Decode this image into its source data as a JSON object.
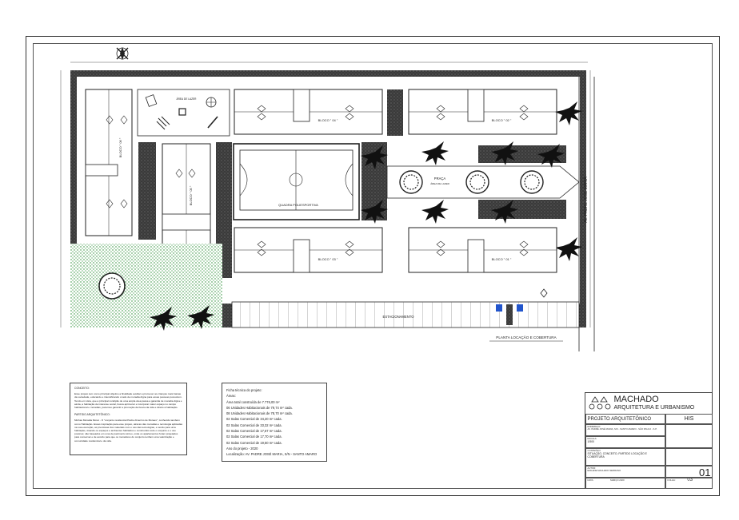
{
  "plan": {
    "drawing_title": "PLANTA LOCAÇÃO E COBERTURA",
    "avenue_label": "AV. PADRE JOSÉ MARIA",
    "parking_label": "ESTACIONAMENTO",
    "leisure_label": "ÁREA DE LAZER",
    "court_label": "QUADRA POLIESPORTIVA",
    "plaza_label": "PRAÇA",
    "plaza_sub": "ÁREA DE LAZER",
    "blocks": {
      "b01": "BLOCO \" 01 \"",
      "b02": "BLOCO \" 02 \"",
      "b03": "BLOCO \" 03 \"",
      "b04": "BLOCO \" 04 \"",
      "b05": "BLOCO \" 05 \"",
      "b06": "BLOCO \" 06 \""
    },
    "colors": {
      "hatch": "#2a2a2a",
      "grass": "#1f8a2c",
      "ink": "#222222",
      "accessible": "#2255cc"
    }
  },
  "concept": {
    "title": "CONCEITO:",
    "text": "Esse projeto tem como principal objetivo a finalidade auxiliar a promover as crianças mais baixas da sociedade, educando e intensificando o lado de moradia digna para essas pessoas possuírem. Tendo em vista, que a principal condição de uma ampla área passa a garantia de moradia digna e ainda, a habitação de interesse social, busca aprimorar e incorporar maior espaço no campo habitacional e moradias, para isso garantir a promoção da busca da vida e direito à habitação.",
    "party_title": "PARTIDO ARQUITETÔNICO:",
    "party_text": "Minhas Moradia Morar - O \"conjunto residencial Padre Almerino de Moraes\", conhecido também como Habitação. Essas inspiração para esse projeto, através das moradias e tecnologia aplicadas na sua execução, as premissas dos materiais com o uso das tecnologias, e sendo para uma habitação, visando os espaços e ambientes habitados e construídos todo o conjunto e o uso possível, são baseados em uma de pavimento térreo, onde os apartamentos foram projetados para conservar e de acordo para que os moradores do conjunto tenham uma valorização e comunidade residencial e da vida."
  },
  "tech": {
    "title": "Ficha técnica do projeto:",
    "lines": [
      "Áreas:",
      "Área total construída de 7.776,00 m²",
      "06 Unidades Habitacionais de 79,74 m² cada.",
      "08 Unidades Habitacionais de 78,70 m² cada.",
      "02 Salas Comercial de 34,20 m² cada.",
      "02 Salas Comercial de 33,32 m² cada.",
      "02 Salas Comercial de 17,67 m² cada.",
      "02 Salas Comercial de 17,70 m² cada.",
      "02 Salas Comercial de 19,50 m² cada.",
      "Ano do projeto - 2020",
      "Localização: AV. PADRE JOSÉ MARIA, S/N - SANTO AMARO"
    ]
  },
  "titleblock": {
    "firm": "MACHADO",
    "firm_sub": "ARQUITETURA E URBANISMO",
    "project_type": "PROJETO ARQUITETÔNICO",
    "code": "HIS",
    "address_label": "ENDEREÇO:",
    "address": "AV. PADRE JOSÉ MARIA, S/N - SANTO AMARO - SÃO PAULO - S.P.",
    "scale_label": "ESCALA:",
    "scale": "1/500",
    "content_label": "CONTEÚDO:",
    "content": "SITUAÇÃO, CONCEITO, PARTIDO LOCAÇÃO E COBERTURA",
    "author_label": "AUTOR:",
    "author": "EDILENE MACHADO SERRANO",
    "sheet": "01",
    "date_label": "DATA:",
    "date": "MARÇO 2020",
    "sheet_count_label": "FOLHA:",
    "sheet_count": "03"
  }
}
